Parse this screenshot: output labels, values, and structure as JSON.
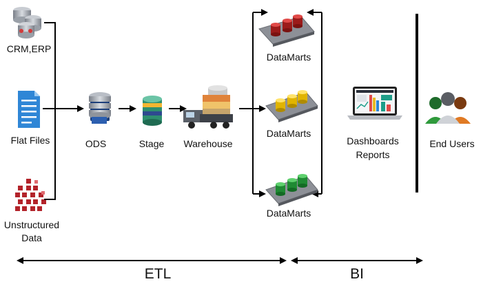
{
  "sources": {
    "crm_label": "CRM,ERP",
    "flat_files_label": "Flat Files",
    "unstructured_line1": "Unstructured",
    "unstructured_line2": "Data"
  },
  "pipeline": {
    "ods_label": "ODS",
    "stage_label": "Stage",
    "warehouse_label": "Warehouse"
  },
  "datamarts": {
    "top_label": "DataMarts",
    "middle_label": "DataMarts",
    "bottom_label": "DataMarts",
    "top_color": "#c0211f",
    "middle_color": "#f2c800",
    "bottom_color": "#27a13a"
  },
  "bi_section": {
    "dashboards_line1": "Dashboards",
    "dashboards_line2": "Reports",
    "end_users_label": "End Users"
  },
  "phases": {
    "etl_label": "ETL",
    "bi_label": "BI"
  }
}
